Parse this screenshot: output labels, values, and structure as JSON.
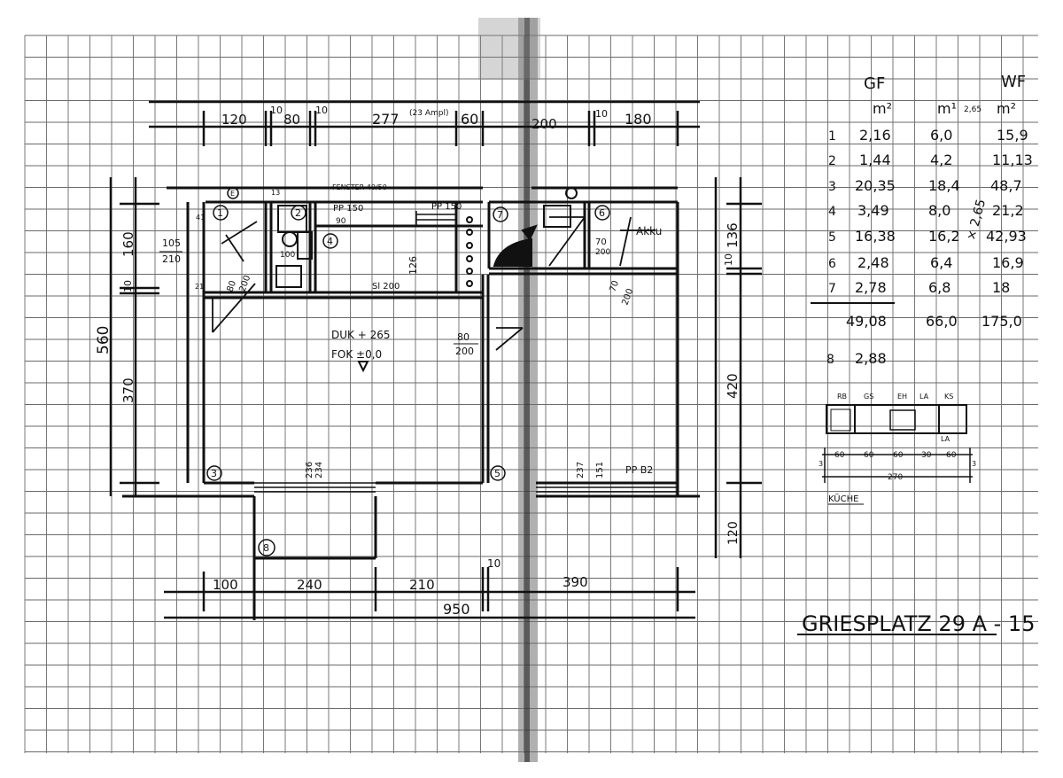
{
  "plan": {
    "top_dims": {
      "d120": "120",
      "d10a": "10",
      "d80": "80",
      "d10b": "10",
      "d277": "277",
      "d277_note": "(23 Ampl)",
      "d60": "60",
      "d200": "200",
      "d10c": "10",
      "d180": "180"
    },
    "bottom_dims": {
      "d100": "100",
      "d240": "240",
      "d210": "210",
      "d10": "10",
      "d390": "390",
      "d950": "950"
    },
    "left_dims": {
      "d560": "560",
      "d370": "370",
      "d160": "160",
      "d10": "10",
      "door_105": "105",
      "door_210": "210"
    },
    "right_dims": {
      "d10": "10",
      "d136": "136",
      "d420": "420",
      "d120": "120"
    },
    "notes": {
      "fenster": "FENSTER 40/50",
      "pp150_a": "PP 150",
      "pp150_b": "PP 150",
      "sl200": "Sl 200",
      "wall_126": "126",
      "duk": "DUK + 265",
      "fok": "FOK ±0,0",
      "d80_200_top": "80",
      "d80_200_bot": "200",
      "d70_200_top": "70",
      "d70_200_bot": "200",
      "d90": "90",
      "d13": "13",
      "room2_80": "80",
      "room2_200": "200",
      "ppb2": "PP B2",
      "h236": "236",
      "h234": "234",
      "h237": "237",
      "h151": "151",
      "w70_200a": "70",
      "w70_200b": "200",
      "akk": "Akku",
      "s100": "100",
      "s21": "21",
      "d41": "41"
    },
    "rooms": {
      "r1": "1",
      "r2": "2",
      "r3": "3",
      "r4": "4",
      "r5": "5",
      "r6": "6",
      "r7": "7",
      "r8": "8",
      "rE": "E"
    }
  },
  "table": {
    "headers": {
      "gf": "GF",
      "gf_unit": "m²",
      "m1": "m¹",
      "note_265": "2,65",
      "wf": "WF",
      "wf_unit": "m²"
    },
    "rows": [
      {
        "n": "1",
        "gf": "2,16",
        "m": "6,0",
        "wf": "15,9"
      },
      {
        "n": "2",
        "gf": "1,44",
        "m": "4,2",
        "wf": "11,13"
      },
      {
        "n": "3",
        "gf": "20,35",
        "m": "18,4",
        "wf": "48,7"
      },
      {
        "n": "4",
        "gf": "3,49",
        "m": "8,0",
        "wf": "21,2"
      },
      {
        "n": "5",
        "gf": "16,38",
        "m": "16,2",
        "wf": "42,93"
      },
      {
        "n": "6",
        "gf": "2,48",
        "m": "6,4",
        "wf": "16,9"
      },
      {
        "n": "7",
        "gf": "2,78",
        "m": "6,8",
        "wf": "18"
      }
    ],
    "side_mult": "× 2,65",
    "totals": {
      "gf": "49,08",
      "m": "66,0",
      "wf": "175,0"
    },
    "row8": {
      "n": "8",
      "gf": "2,88"
    }
  },
  "kitchen": {
    "labels": {
      "rb": "RB",
      "gs": "GS",
      "eh": "EH",
      "la": "LA",
      "ks": "KS",
      "la2": "LA"
    },
    "dims": {
      "a": "60",
      "b": "60",
      "c": "60",
      "d": "30",
      "e": "60",
      "l3": "3",
      "r3": "3",
      "total": "270"
    },
    "title": "KÜCHE"
  },
  "stamp": "GRIESPLATZ 29 A - 15"
}
